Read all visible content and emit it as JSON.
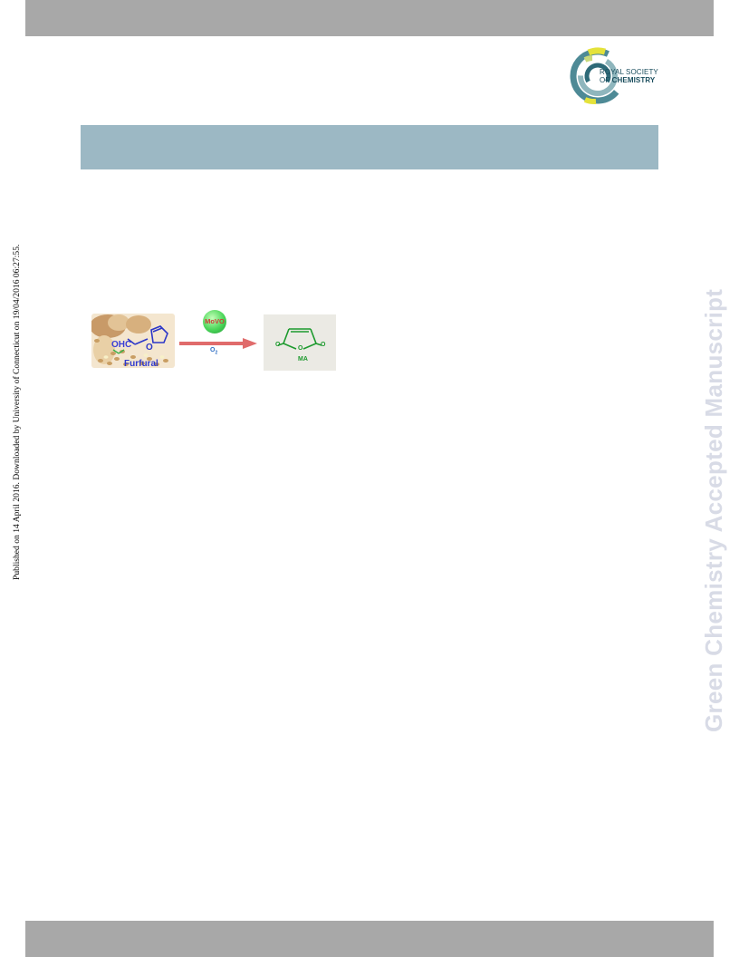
{
  "header": {
    "logo_line1": "ROYAL SOCIETY",
    "logo_line2_prefix": "OF ",
    "logo_line2_strong": "CHEMISTRY"
  },
  "sidebar": {
    "published_note": "Published on 14 April 2016. Downloaded by University of Connecticut on 19/04/2016 06:27:55."
  },
  "watermark": {
    "text": "Green Chemistry Accepted Manuscript"
  },
  "graphic": {
    "reactant_fragment": "OHC",
    "reactant_ring_atom": "O",
    "reactant_name": "Furfural",
    "catalyst": "MoVO",
    "oxidant": "O",
    "oxidant_subscript": "2",
    "product_carbonyl_left": "O",
    "product_ring_atom": "O",
    "product_carbonyl_right": "O",
    "product_name": "MA"
  },
  "colors": {
    "bar_grey": "#a8a8a8",
    "title_band": "#9cb8c4",
    "watermark": "#d8dbe6",
    "furfural_blue": "#2f3ad0",
    "maleic_green": "#1d9a2e",
    "arrow_red": "#e06b6b"
  }
}
